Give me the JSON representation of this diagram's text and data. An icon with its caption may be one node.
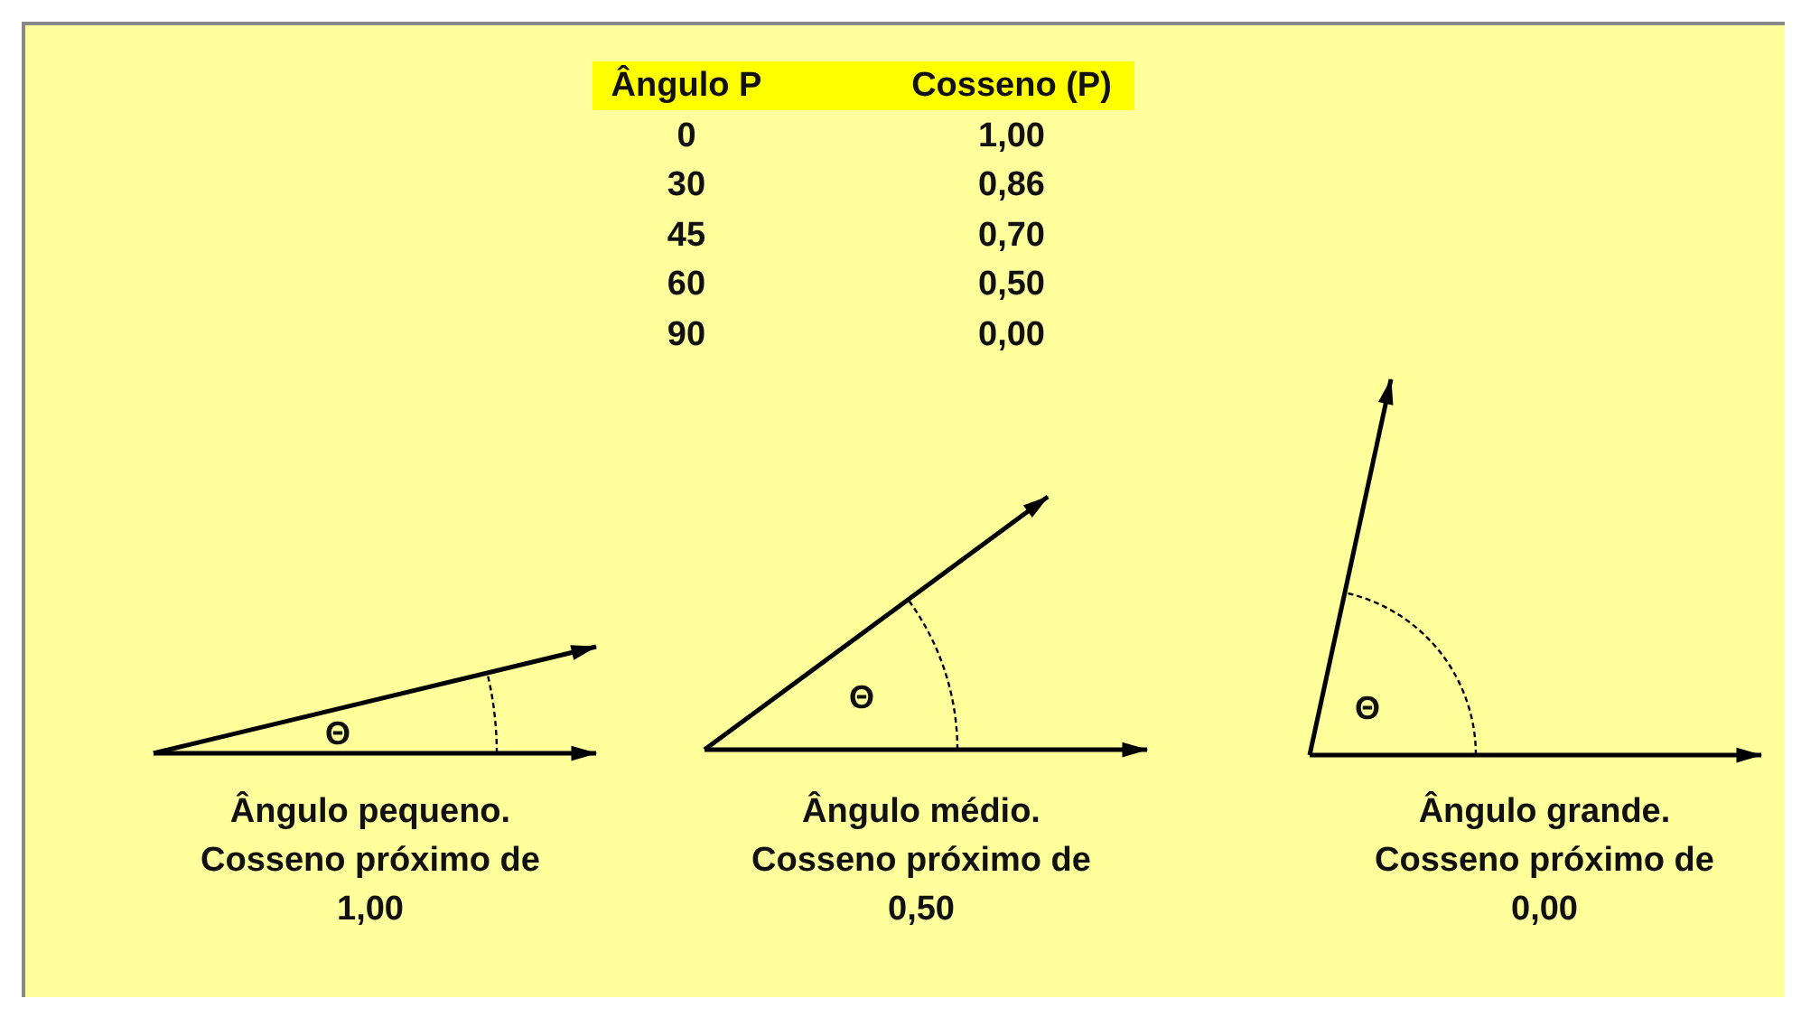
{
  "diagram": {
    "labels": [
      "Ângulo P",
      "Cosseno (P)",
      "0",
      "1,00",
      "30",
      "0,86",
      "45",
      "0,70",
      "60",
      "0,50",
      "90",
      "0,00",
      "Θ",
      "Θ",
      "Θ",
      "Ângulo pequeno. Cosseno próximo de 1,00",
      "Ângulo médio. Cosseno próximo de 0,50",
      "Ângulo grande. Cosseno próximo de 0,00"
    ]
  }
}
